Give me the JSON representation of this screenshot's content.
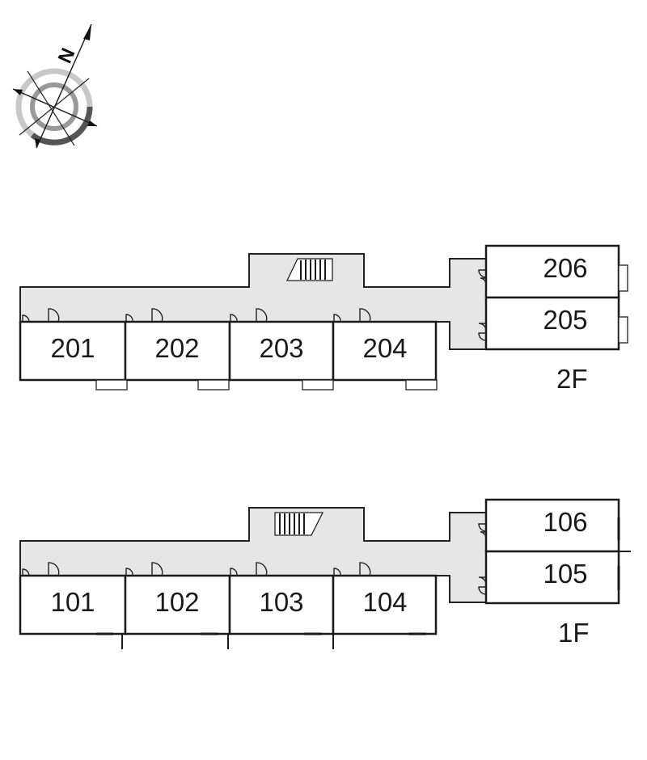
{
  "compass": {
    "north_letter": "N",
    "icon": "compass-rose-icon"
  },
  "floors": [
    {
      "id": "2F",
      "label": "2F",
      "units": [
        "201",
        "202",
        "203",
        "204",
        "205",
        "206"
      ]
    },
    {
      "id": "1F",
      "label": "1F",
      "units": [
        "101",
        "102",
        "103",
        "104",
        "105",
        "106"
      ]
    }
  ]
}
